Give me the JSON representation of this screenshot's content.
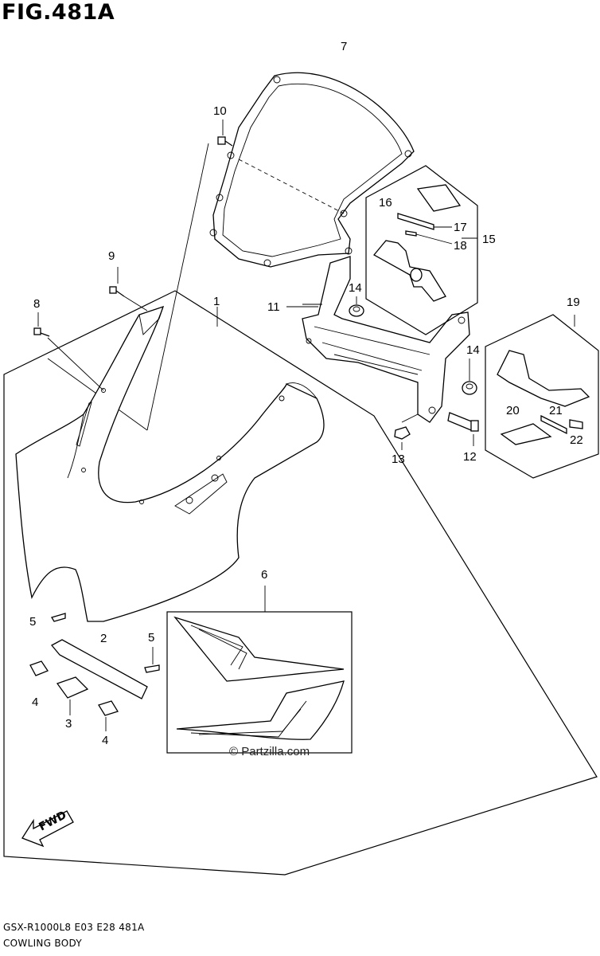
{
  "figure": {
    "title": "FIG.481A"
  },
  "callouts": [
    {
      "id": "c1",
      "label": "1"
    },
    {
      "id": "c2",
      "label": "2"
    },
    {
      "id": "c3",
      "label": "3"
    },
    {
      "id": "c4a",
      "label": "4"
    },
    {
      "id": "c4b",
      "label": "4"
    },
    {
      "id": "c5a",
      "label": "5"
    },
    {
      "id": "c5b",
      "label": "5"
    },
    {
      "id": "c6",
      "label": "6"
    },
    {
      "id": "c7",
      "label": "7"
    },
    {
      "id": "c8",
      "label": "8"
    },
    {
      "id": "c9",
      "label": "9"
    },
    {
      "id": "c10",
      "label": "10"
    },
    {
      "id": "c11",
      "label": "11"
    },
    {
      "id": "c12",
      "label": "12"
    },
    {
      "id": "c13",
      "label": "13"
    },
    {
      "id": "c14a",
      "label": "14"
    },
    {
      "id": "c14b",
      "label": "14"
    },
    {
      "id": "c15",
      "label": "15"
    },
    {
      "id": "c16",
      "label": "16"
    },
    {
      "id": "c17",
      "label": "17"
    },
    {
      "id": "c18",
      "label": "18"
    },
    {
      "id": "c19",
      "label": "19"
    },
    {
      "id": "c20",
      "label": "20"
    },
    {
      "id": "c21",
      "label": "21"
    },
    {
      "id": "c22",
      "label": "22"
    }
  ],
  "fwd_label": "FWD",
  "watermark": "© Partzilla.com",
  "footer": {
    "model_code": "GSX-R1000L8  E03  E28  481A",
    "section_name": "COWLING BODY"
  }
}
